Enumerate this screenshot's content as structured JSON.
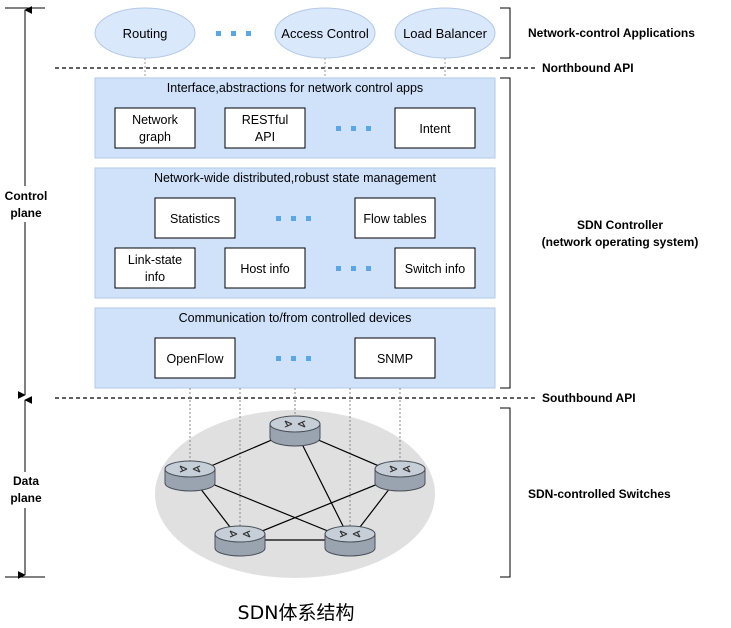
{
  "apps": {
    "routing": "Routing",
    "access_control": "Access Control",
    "load_balancer": "Load Balancer"
  },
  "right_labels": {
    "network_control_apps": "Network-control Applications",
    "northbound_api": "Northbound API",
    "sdn_controller_line1": "SDN Controller",
    "sdn_controller_line2": "(network operating system)",
    "southbound_api": "Southbound API",
    "sdn_switches": "SDN-controlled Switches"
  },
  "left_labels": {
    "control_plane_line1": "Control",
    "control_plane_line2": "plane",
    "data_plane_line1": "Data",
    "data_plane_line2": "plane"
  },
  "interface_layer": {
    "title": "Interface,abstractions for network control apps",
    "network_graph_line1": "Network",
    "network_graph_line2": "graph",
    "restful_line1": "RESTful",
    "restful_line2": "API",
    "intent": "Intent"
  },
  "state_layer": {
    "title": "Network-wide distributed,robust state management",
    "statistics": "Statistics",
    "flow_tables": "Flow tables",
    "link_state_line1": "Link-state",
    "link_state_line2": "info",
    "host_info": "Host info",
    "switch_info": "Switch info"
  },
  "comm_layer": {
    "title": "Communication to/from controlled devices",
    "openflow": "OpenFlow",
    "snmp": "SNMP"
  },
  "caption": "SDN体系结构",
  "colors": {
    "app_ellipse_fill": "#dae8fc",
    "app_ellipse_stroke": "#b3c9e6",
    "layer_fill": "#cfe2fa",
    "layer_stroke": "#b3c9e6",
    "dots": "#5aa7e8",
    "cloud": "#e0e0e0",
    "router_top": "#c6ced8",
    "router_side": "#9aa4b0"
  }
}
